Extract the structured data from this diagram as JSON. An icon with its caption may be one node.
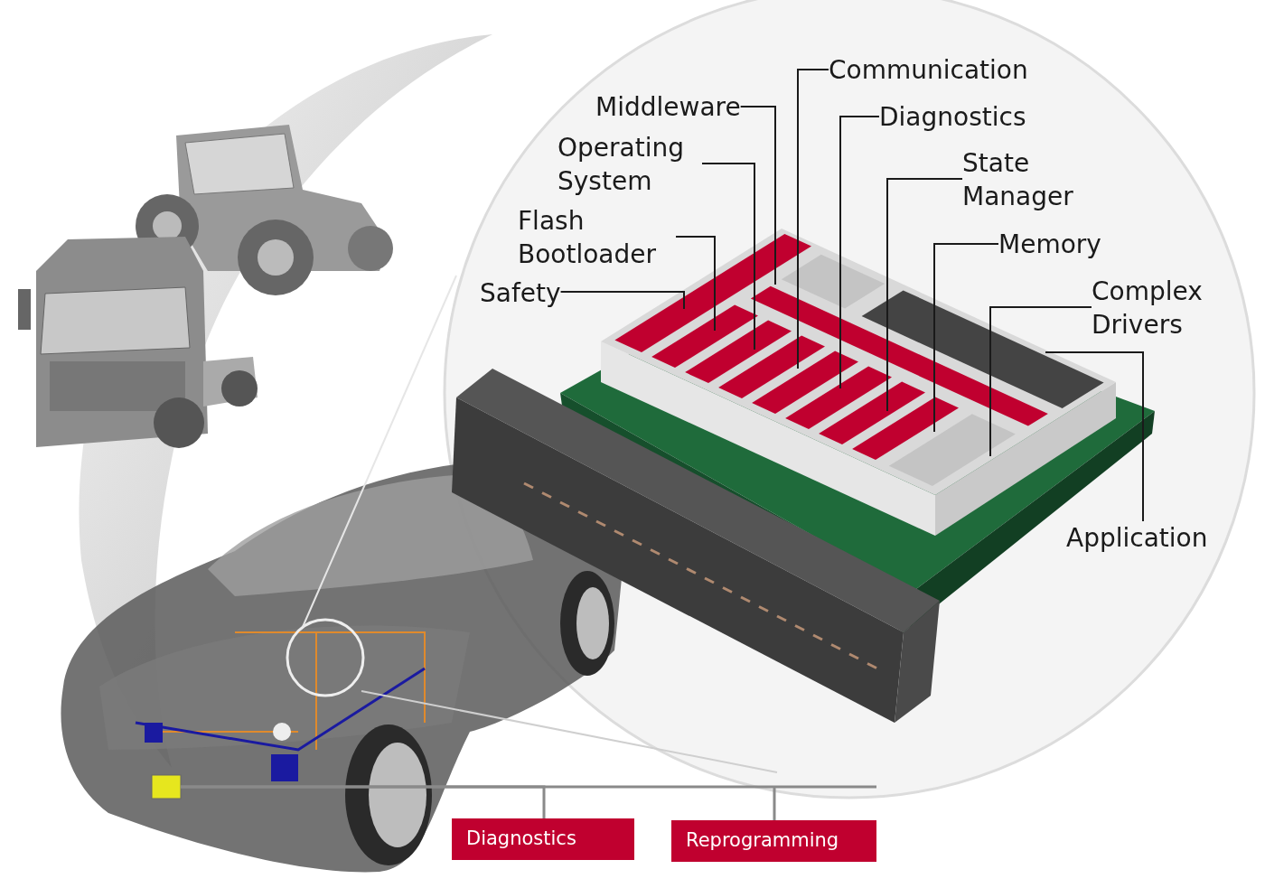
{
  "diagram": {
    "nodes": [
      {
        "text": [
          "Communication"
        ]
      },
      {
        "text": [
          "Middleware"
        ]
      },
      {
        "text": [
          "Diagnostics"
        ]
      },
      {
        "text": [
          "Operating System"
        ]
      },
      {
        "text": [
          "State Manager"
        ]
      },
      {
        "text": [
          "Flash Bootloader"
        ]
      },
      {
        "text": [
          "Memory"
        ]
      },
      {
        "text": [
          "Safety"
        ]
      },
      {
        "text": [
          "Complex Drivers"
        ]
      },
      {
        "text": [
          "Application"
        ]
      },
      {
        "text": [],
        "shape": "box"
      },
      {
        "text": [
          "Diagnostics"
        ]
      },
      {
        "text": [
          "Reprogramming"
        ]
      }
    ],
    "edges": [
      {
        "from": 0,
        "to": null,
        "arrow": "none"
      },
      {
        "from": 1,
        "to": null,
        "arrow": "none"
      },
      {
        "from": 2,
        "to": null,
        "arrow": "none"
      },
      {
        "from": 3,
        "to": null,
        "arrow": "none"
      },
      {
        "from": 4,
        "to": null,
        "arrow": "none"
      },
      {
        "from": 5,
        "to": null,
        "arrow": "none"
      },
      {
        "from": 6,
        "to": null,
        "arrow": "none"
      },
      {
        "from": 7,
        "to": null,
        "arrow": "none"
      },
      {
        "from": 8,
        "to": null,
        "arrow": "none"
      },
      {
        "from": 9,
        "to": null,
        "arrow": "none"
      },
      {
        "from": 10,
        "to": 11,
        "arrow": "none",
        "color": "#8a8a8a"
      },
      {
        "from": 10,
        "to": 12,
        "arrow": "none",
        "color": "#8a8a8a"
      }
    ]
  }
}
